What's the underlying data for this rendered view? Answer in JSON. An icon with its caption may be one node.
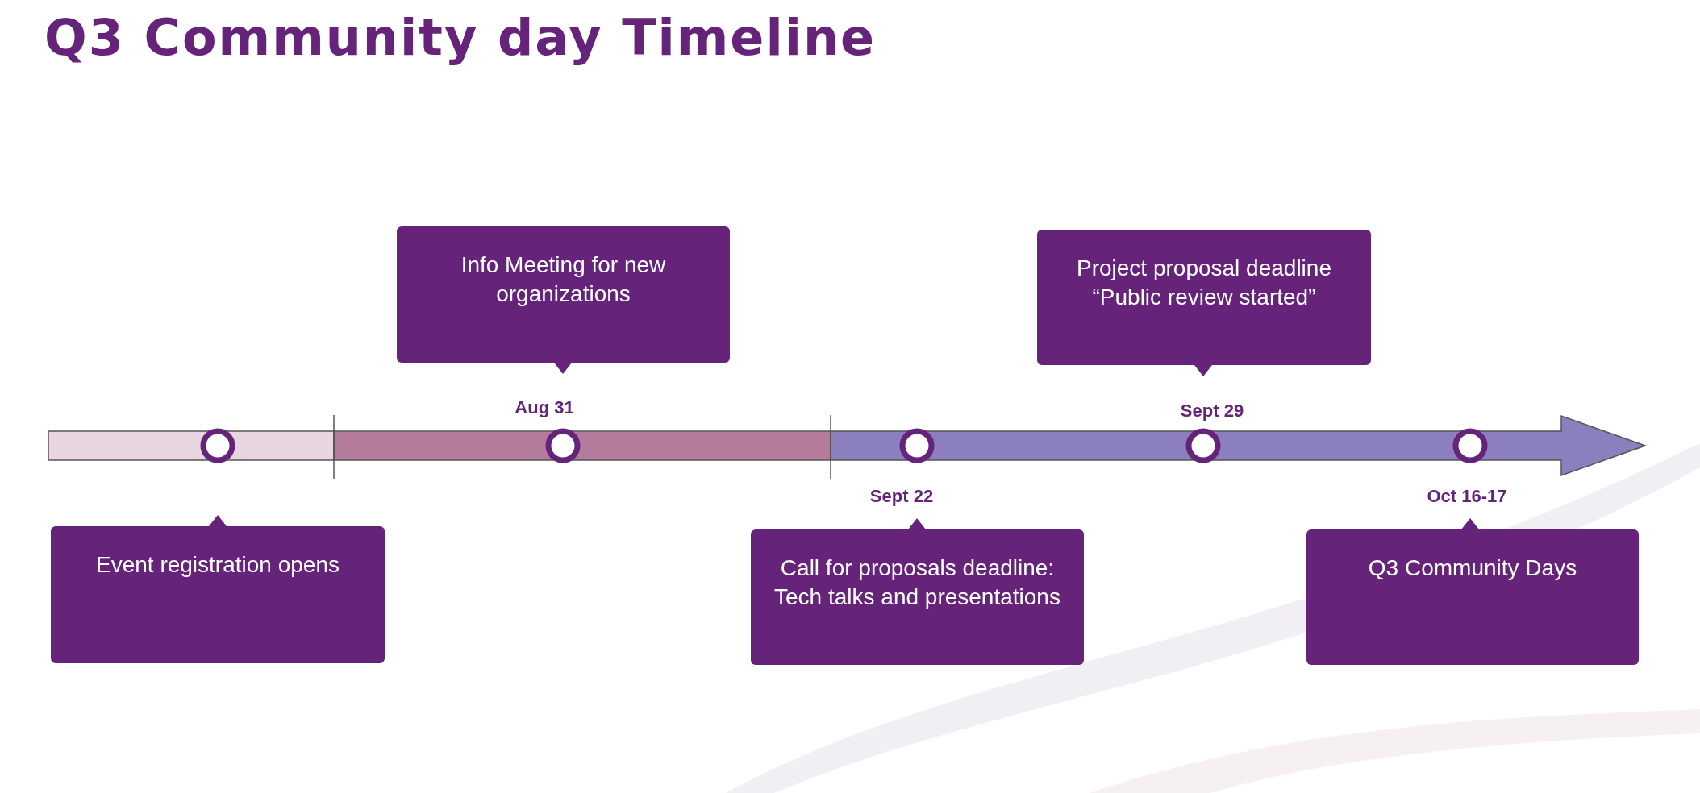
{
  "diagram": {
    "title": "Q3 Community day Timeline",
    "nodes": [
      {
        "text": [
          "Event registration opens"
        ]
      },
      {
        "text": [
          "Info Meeting for new organizations"
        ]
      },
      {
        "text": [
          "Call for proposals deadline: Tech talks and presentations"
        ]
      },
      {
        "text": [
          "Project proposal deadline “Public review started”"
        ]
      },
      {
        "text": [
          "Q3 Community Days"
        ]
      }
    ],
    "labels": [
      "Aug 31",
      "Sept 29",
      "Sept 22",
      "Oct 16-17"
    ]
  }
}
